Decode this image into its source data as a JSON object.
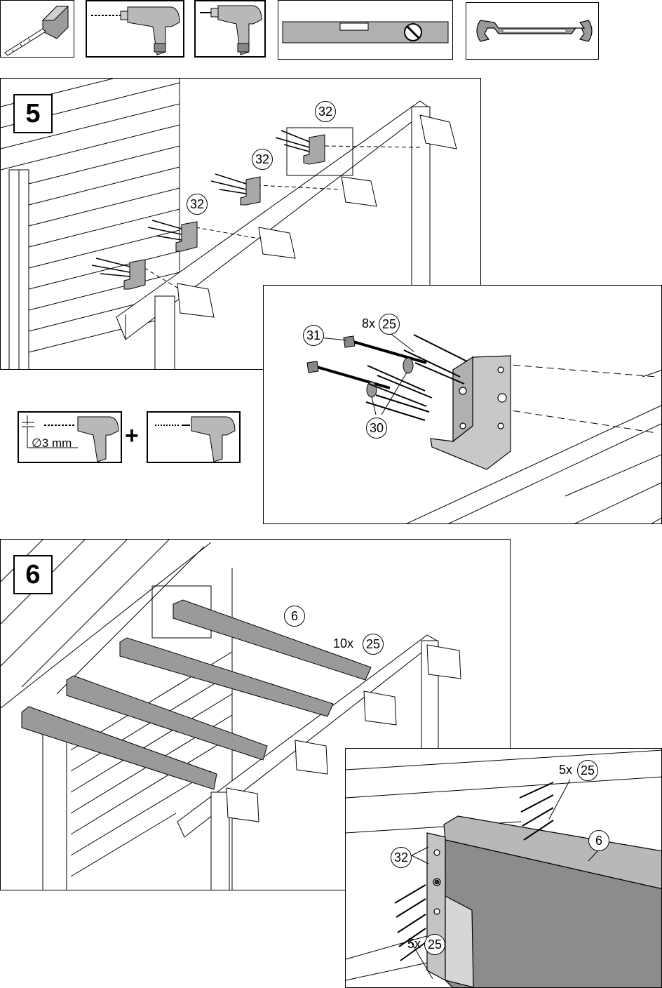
{
  "tools": {
    "tape_measure": "tape-measure-icon",
    "drill": "drill-icon",
    "screwdriver": "cordless-screwdriver-icon",
    "level": "spirit-level-icon",
    "wrench": "wrench-icon"
  },
  "step5": {
    "number": "5",
    "part_labels": [
      "32",
      "32",
      "32"
    ],
    "drill_note": "∅3 mm",
    "plus": "+",
    "detail": {
      "bolt_part": "31",
      "screw_qty": "8x",
      "screw_part": "25",
      "washer_part": "30"
    }
  },
  "step6": {
    "number": "6",
    "beam_part": "6",
    "screw_qty": "10x",
    "screw_part": "25",
    "detail": {
      "top_screw_qty": "5x",
      "top_screw_part": "25",
      "hanger_part": "32",
      "beam_part": "6",
      "bottom_screw_qty": "5x",
      "bottom_screw_part": "25"
    }
  },
  "colors": {
    "line": "#000000",
    "metal": "#bdbdbd",
    "beam": "#9a9a9a",
    "paper": "#ffffff"
  }
}
